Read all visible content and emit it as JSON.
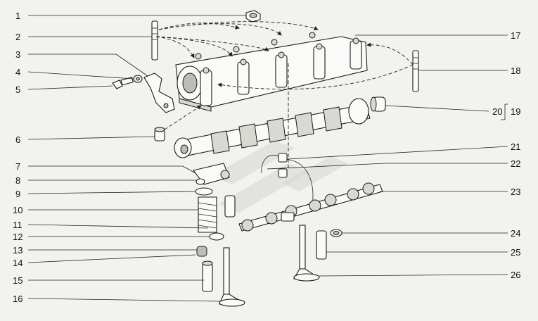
{
  "diagram": {
    "callouts_left": [
      "1",
      "2",
      "3",
      "4",
      "5",
      "6",
      "7",
      "8",
      "9",
      "10",
      "11",
      "12",
      "13",
      "14",
      "15",
      "16"
    ],
    "callouts_right": [
      "17",
      "18",
      "19",
      "20",
      "21",
      "22",
      "23",
      "24",
      "25",
      "26"
    ]
  }
}
